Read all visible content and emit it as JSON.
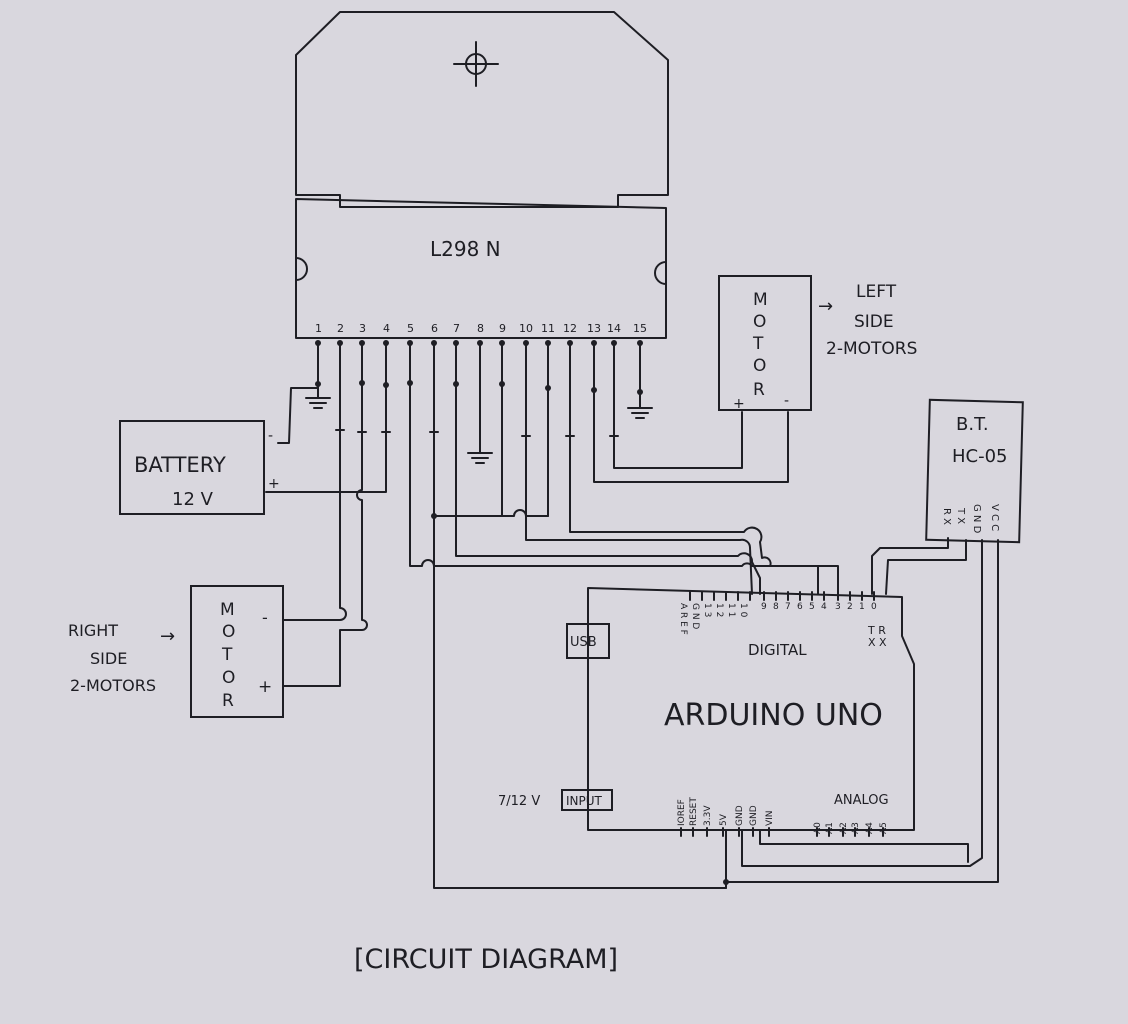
{
  "diagram": {
    "caption": "[CIRCUIT DIAGRAM]",
    "l298n": {
      "label": "L298 N",
      "pins": [
        "1",
        "2",
        "3",
        "4",
        "5",
        "6",
        "7",
        "8",
        "9",
        "10",
        "11",
        "12",
        "13",
        "14",
        "15"
      ]
    },
    "battery": {
      "label": "BATTERY",
      "voltage": "12 V",
      "minus": "-",
      "plus": "+"
    },
    "left_motor": {
      "letters": [
        "M",
        "O",
        "T",
        "O",
        "R"
      ],
      "plus": "+",
      "minus": "-",
      "arrow": "→",
      "note": [
        "LEFT",
        "SIDE",
        "2-MOTORS"
      ]
    },
    "right_motor": {
      "letters": [
        "M",
        "O",
        "T",
        "O",
        "R"
      ],
      "plus": "+",
      "minus": "-",
      "arrow": "→",
      "note": [
        "RIGHT",
        "SIDE",
        "2-MOTORS"
      ]
    },
    "bluetooth": {
      "title": "B.T.",
      "model": "HC-05",
      "pins": [
        "R X",
        "T X",
        "G N D",
        "V C C"
      ]
    },
    "arduino": {
      "name": "ARDUINO UNO",
      "digital": "DIGITAL",
      "analog": "ANALOG",
      "usb": "USB",
      "input": "INPUT",
      "input_voltage": "7/12 V",
      "rx_tx": "T R",
      "rx_tx2": "X X",
      "top_pins": [
        "A R E F",
        "G N D",
        "1 3",
        "1 2",
        "1 1",
        "1 0",
        "9",
        "8",
        "7",
        "6",
        "5",
        "4",
        "3",
        "2",
        "1",
        "0"
      ],
      "power_pins": [
        "IOREF",
        "RESET",
        "3.3V",
        "5V",
        "GND",
        "GND",
        "VIN"
      ],
      "analog_pins": [
        "A0",
        "A1",
        "A2",
        "A3",
        "A4",
        "A5"
      ]
    }
  }
}
